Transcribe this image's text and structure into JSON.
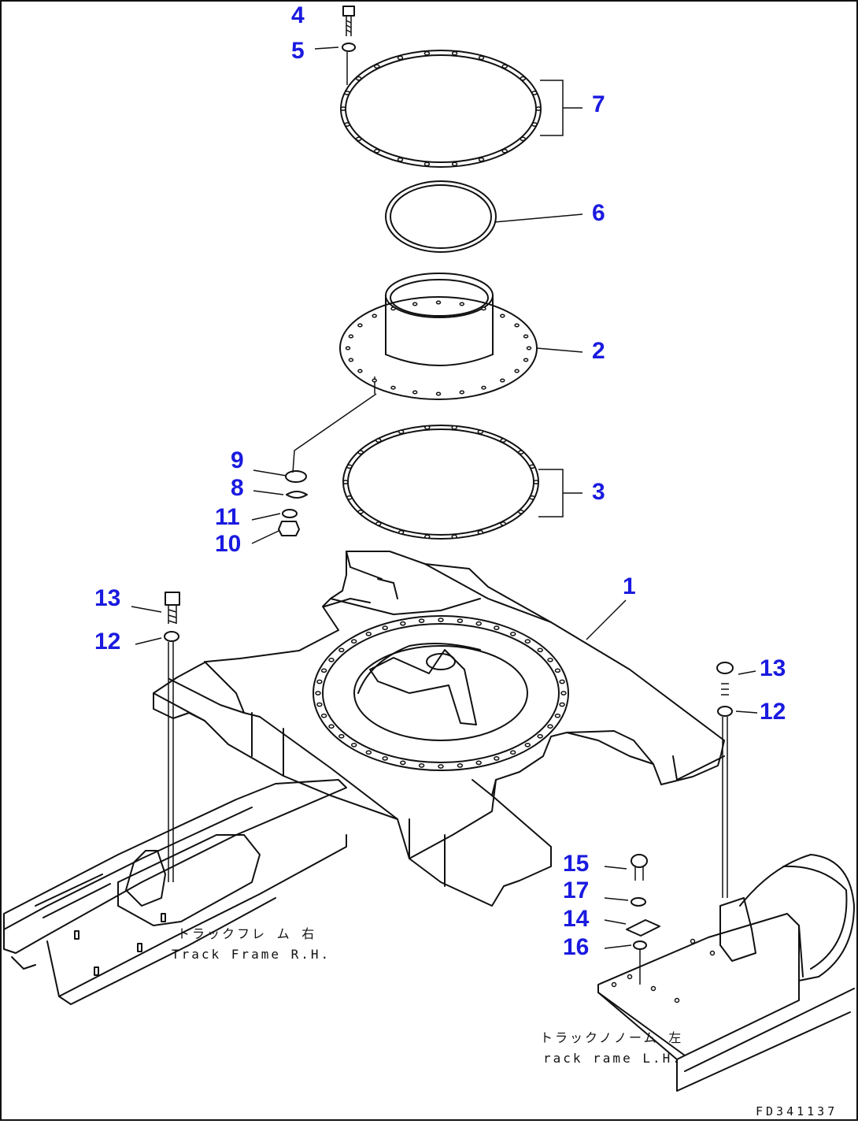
{
  "callouts": {
    "c4": "4",
    "c5": "5",
    "c7": "7",
    "c6": "6",
    "c2": "2",
    "c9": "9",
    "c8": "8",
    "c11": "11",
    "c10": "10",
    "c3": "3",
    "c1": "1",
    "c13a": "13",
    "c12a": "12",
    "c13b": "13",
    "c12b": "12",
    "c15": "15",
    "c17": "17",
    "c14": "14",
    "c16": "16"
  },
  "notes": {
    "rh_jp": "トラックフレ ム 右",
    "rh_en": "Track Frame R.H.",
    "lh_jp": "トラックノノーム 左",
    "lh_en": "rack rame L.H."
  },
  "drawing_code": "FD341137",
  "colors": {
    "callout": "#1a1ae0",
    "line": "#111111",
    "background": "#ffffff"
  }
}
